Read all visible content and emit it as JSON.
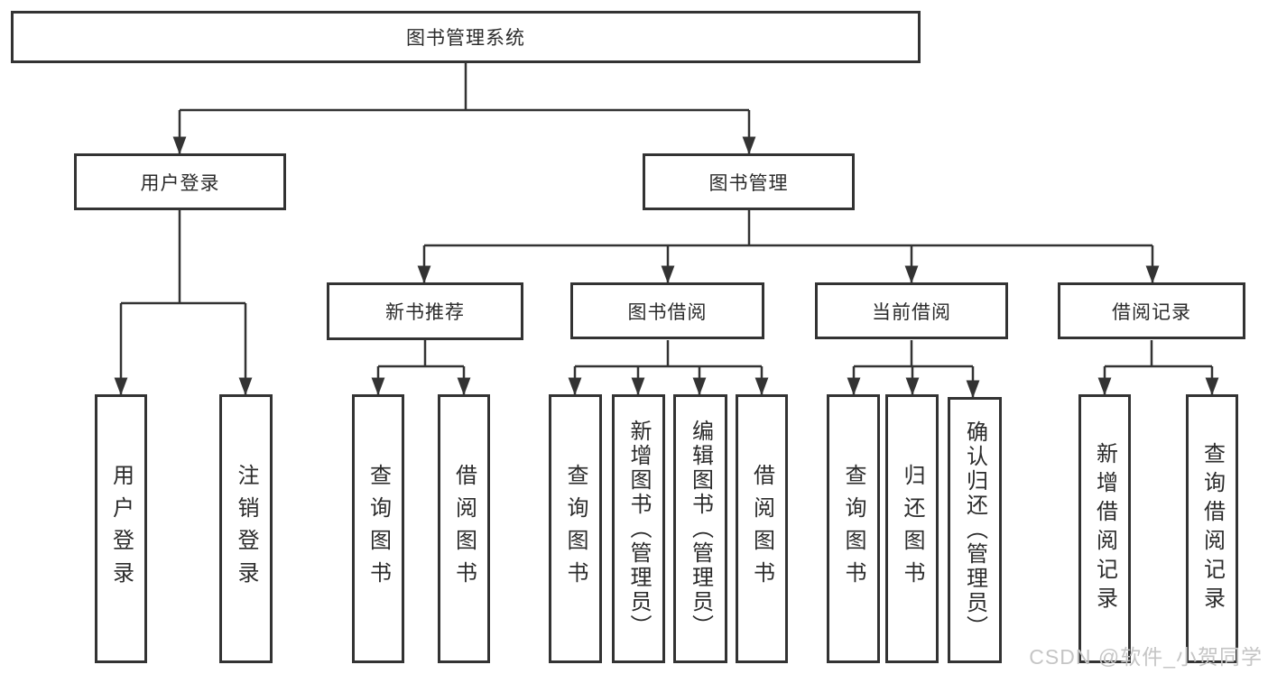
{
  "diagram": {
    "title": "图书管理系统",
    "user_branch": {
      "label": "用户登录",
      "children": [
        {
          "label": "用户登录"
        },
        {
          "label": "注销登录"
        }
      ]
    },
    "book_branch": {
      "label": "图书管理",
      "groups": [
        {
          "label": "新书推荐",
          "children": [
            {
              "label": "查询图书"
            },
            {
              "label": "借阅图书"
            }
          ]
        },
        {
          "label": "图书借阅",
          "children": [
            {
              "label": "查询图书"
            },
            {
              "label": "新增图书（管理员）"
            },
            {
              "label": "编辑图书（管理员）"
            },
            {
              "label": "借阅图书"
            }
          ]
        },
        {
          "label": "当前借阅",
          "children": [
            {
              "label": "查询图书"
            },
            {
              "label": "归还图书"
            },
            {
              "label": "确认归还（管理员）"
            }
          ]
        },
        {
          "label": "借阅记录",
          "children": [
            {
              "label": "新增借阅记录"
            },
            {
              "label": "查询借阅记录"
            }
          ]
        }
      ]
    }
  },
  "watermark": {
    "text": "CSDN @软件_小贺同学"
  },
  "colors": {
    "line": "#333333",
    "box_border": "#333333",
    "text": "#2b2b2b",
    "watermark": "#c5c5c5",
    "background": "#ffffff"
  }
}
